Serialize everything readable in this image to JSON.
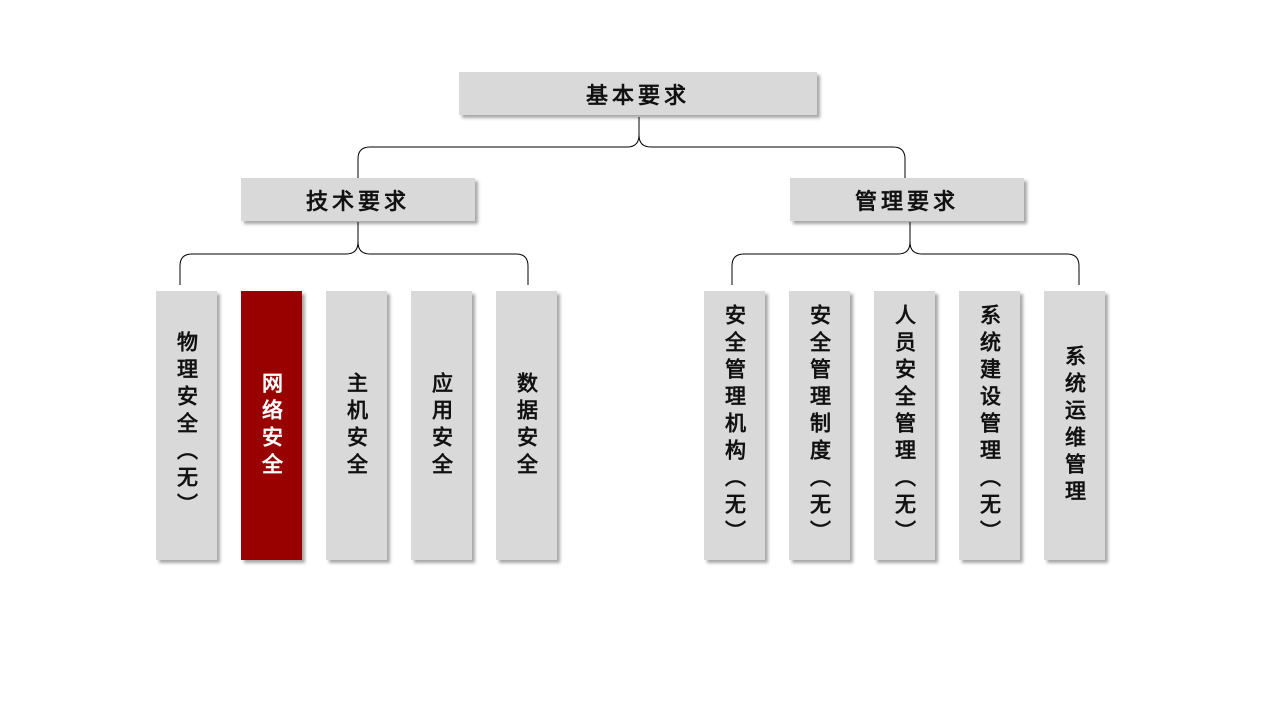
{
  "root": {
    "label": "基本要求"
  },
  "branches": [
    {
      "label": "技术要求",
      "children": [
        {
          "label": "物理安全（无）",
          "highlight": false
        },
        {
          "label": "网络安全",
          "highlight": true
        },
        {
          "label": "主机安全",
          "highlight": false
        },
        {
          "label": "应用安全",
          "highlight": false
        },
        {
          "label": "数据安全",
          "highlight": false
        }
      ]
    },
    {
      "label": "管理要求",
      "children": [
        {
          "label": "安全管理机构（无）",
          "highlight": false
        },
        {
          "label": "安全管理制度（无）",
          "highlight": false
        },
        {
          "label": "人员安全管理（无）",
          "highlight": false
        },
        {
          "label": "系统建设管理（无）",
          "highlight": false
        },
        {
          "label": "系统运维管理",
          "highlight": false
        }
      ]
    }
  ],
  "colors": {
    "box": "#d9d9d9",
    "highlight": "#990000",
    "line": "#000000"
  }
}
